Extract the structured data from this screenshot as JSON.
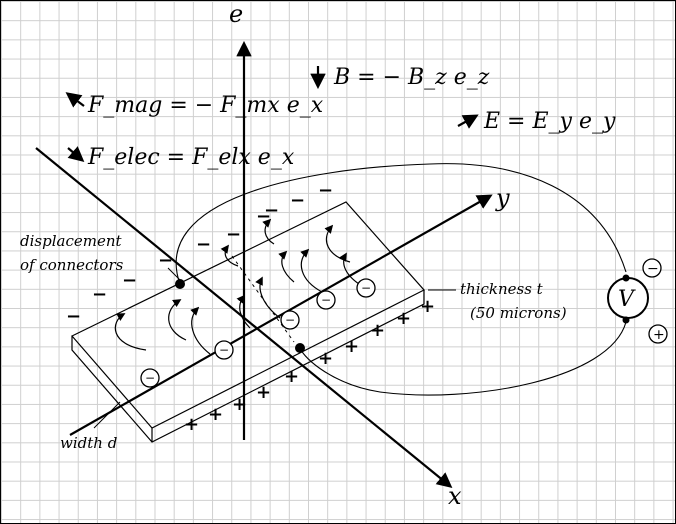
{
  "axes": {
    "z": "e",
    "y": "y",
    "x": "x"
  },
  "equations": {
    "f_mag": "F_mag = − F_mx e_x",
    "f_elec": "F_elec = F_elx e_x",
    "b_field": "B = − B_z e_z",
    "e_field": "E = E_y e_y"
  },
  "labels": {
    "displacement_line1": "displacement",
    "displacement_line2": "of connectors",
    "thickness_line1": "thickness t",
    "thickness_line2": "(50 microns)",
    "width": "width d"
  },
  "voltmeter": {
    "symbol": "V",
    "minus": "−",
    "plus": "+"
  },
  "charges": {
    "electron": "−",
    "negative_sign": "−",
    "positive_sign": "+"
  }
}
